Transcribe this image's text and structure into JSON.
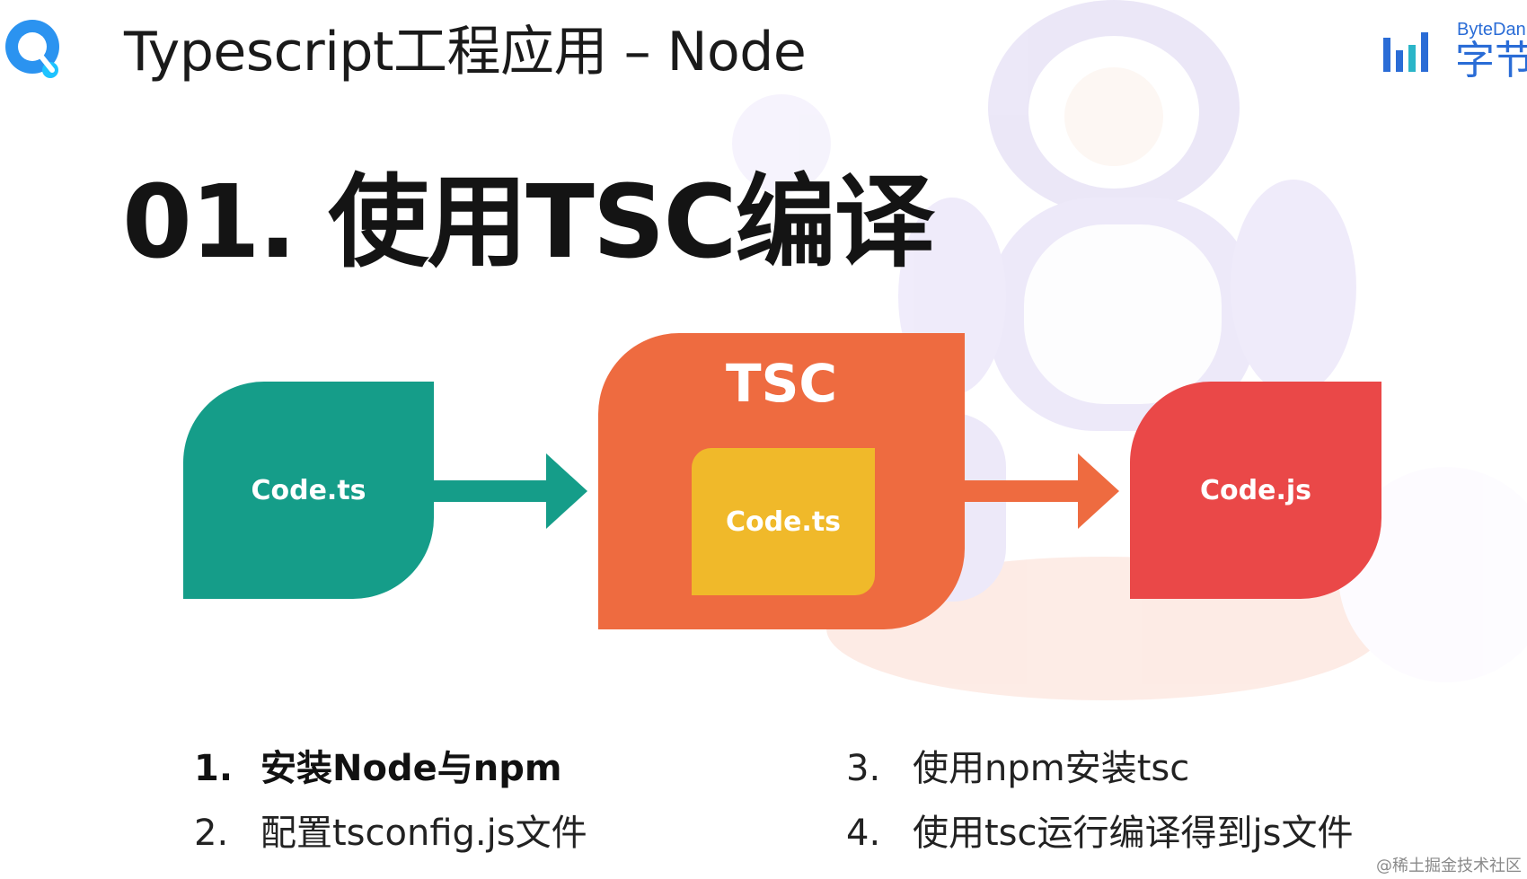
{
  "header": {
    "title": "Typescript工程应用 – Node",
    "brand_name": "ByteDan",
    "brand_cn": "字节"
  },
  "section": {
    "title": "01. 使用TSC编译"
  },
  "diagram": {
    "source_label": "Code.ts",
    "compiler_label": "TSC",
    "inner_label": "Code.ts",
    "output_label": "Code.js"
  },
  "steps": [
    {
      "num": "1.",
      "text": "安装Node与npm"
    },
    {
      "num": "2.",
      "text": "配置tsconfig.js文件"
    },
    {
      "num": "3.",
      "text": "使用npm安装tsc"
    },
    {
      "num": "4.",
      "text": "使用tsc运行编译得到js文件"
    }
  ],
  "watermark": "@稀土掘金技术社区",
  "colors": {
    "teal": "#159d89",
    "orange": "#ee6b40",
    "yellow": "#f0b92a",
    "red": "#ea4848",
    "brand_blue": "#2a6cd6"
  }
}
